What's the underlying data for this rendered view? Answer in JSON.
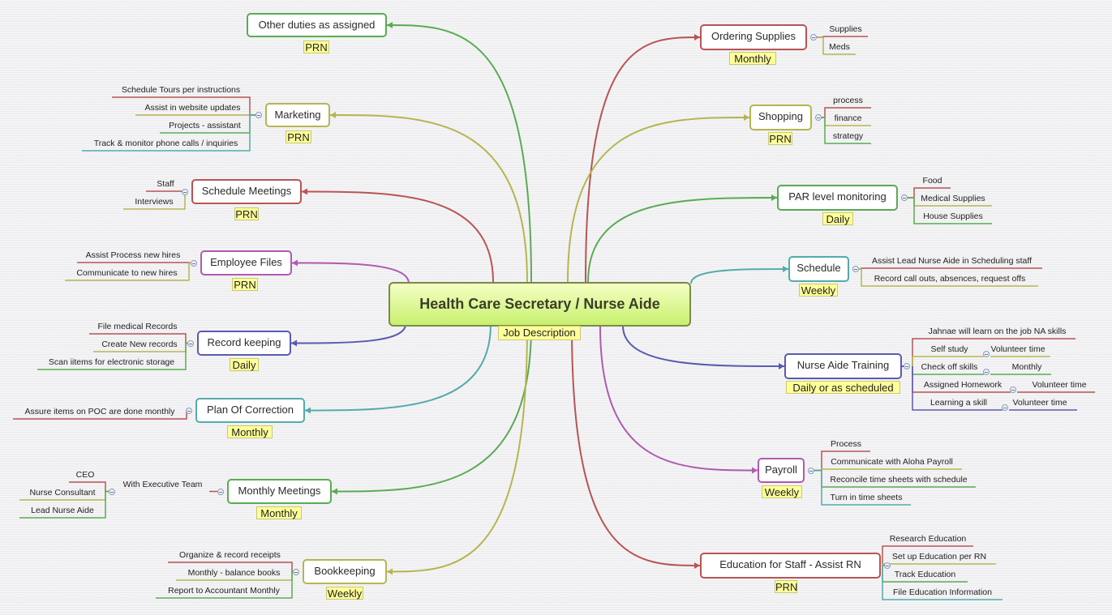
{
  "central": {
    "title": "Health Care Secretary / Nurse Aide",
    "tag": "Job Description"
  },
  "colors": {
    "green": "#5aab52",
    "olive": "#b5b552",
    "red": "#b85454",
    "purple": "#b05ab0",
    "indigo": "#5a5ab0",
    "teal": "#55aaaa"
  },
  "topics": {
    "other_duties": {
      "label": "Other duties as assigned",
      "tag": "PRN",
      "children": []
    },
    "marketing": {
      "label": "Marketing",
      "tag": "PRN",
      "children": [
        "Schedule Tours per instructions",
        "Assist in website updates",
        "Projects - assistant",
        "Track & monitor phone calls / inquiries"
      ]
    },
    "schedule_meetings": {
      "label": "Schedule Meetings",
      "tag": "PRN",
      "children": [
        "Staff",
        "Interviews"
      ]
    },
    "employee_files": {
      "label": "Employee Files",
      "tag": "PRN",
      "children": [
        "Assist Process new hires",
        "Communicate to new hires"
      ]
    },
    "record_keeping": {
      "label": "Record keeping",
      "tag": "Daily",
      "children": [
        "File medical Records",
        "Create New records",
        "Scan iitems for electronic storage"
      ]
    },
    "plan_of_correction": {
      "label": "Plan Of Correction",
      "tag": "Monthly",
      "children": [
        "Assure items on POC are done monthly"
      ]
    },
    "monthly_meetings": {
      "label": "Monthly Meetings",
      "tag": "Monthly",
      "sub": "With Executive Team",
      "children": [
        "CEO",
        "Nurse Consultant",
        "Lead Nurse Aide"
      ]
    },
    "bookkeeping": {
      "label": "Bookkeeping",
      "tag": "Weekly",
      "children": [
        "Organize & record receipts",
        "Monthly - balance books",
        "Report to Accountant Monthly"
      ]
    },
    "ordering_supplies": {
      "label": "Ordering Supplies",
      "tag": "Monthly",
      "children": [
        "Supplies",
        "Meds"
      ]
    },
    "shopping": {
      "label": "Shopping",
      "tag": "PRN",
      "children": [
        "process",
        "finance",
        "strategy"
      ]
    },
    "par_level": {
      "label": "PAR level monitoring",
      "tag": "Daily",
      "children": [
        "Food",
        "Medical Supplies",
        "House Supplies"
      ]
    },
    "schedule": {
      "label": "Schedule",
      "tag": "Weekly",
      "children": [
        "Assist Lead Nurse Aide in Scheduling staff",
        "Record call outs, absences, request offs"
      ]
    },
    "nurse_aide_training": {
      "label": "Nurse Aide Training",
      "tag": "Daily or as scheduled",
      "children": [
        {
          "label": "Jahnae will learn on the job NA skills"
        },
        {
          "label": "Self study",
          "sub": "Volunteer time"
        },
        {
          "label": "Check off skills",
          "sub": "Monthly"
        },
        {
          "label": "Assigned Homework",
          "sub": "Volunteer time"
        },
        {
          "label": "Learning a skill",
          "sub": "Volunteer time"
        }
      ]
    },
    "payroll": {
      "label": "Payroll",
      "tag": "Weekly",
      "children": [
        "Process",
        "Communicate with Aloha Payroll",
        "Reconcile time sheets with schedule",
        "Turn in time sheets"
      ]
    },
    "education": {
      "label": "Education for Staff - Assist RN",
      "tag": "PRN",
      "children": [
        "Research Education",
        "Set up Education per RN",
        "Track Education",
        "File Education Information"
      ]
    }
  }
}
